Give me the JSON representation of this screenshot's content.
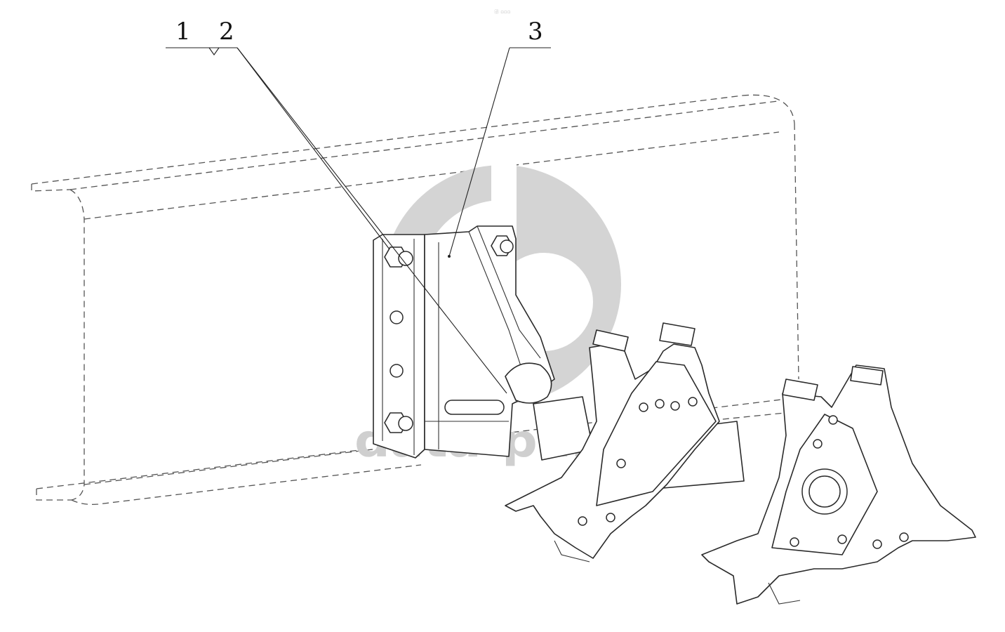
{
  "callouts": [
    {
      "id": "callout-1",
      "label": "1"
    },
    {
      "id": "callout-2",
      "label": "2"
    },
    {
      "id": "callout-3",
      "label": "3"
    }
  ],
  "watermark": {
    "text": "data-parts",
    "color": "#cfcfcf"
  }
}
